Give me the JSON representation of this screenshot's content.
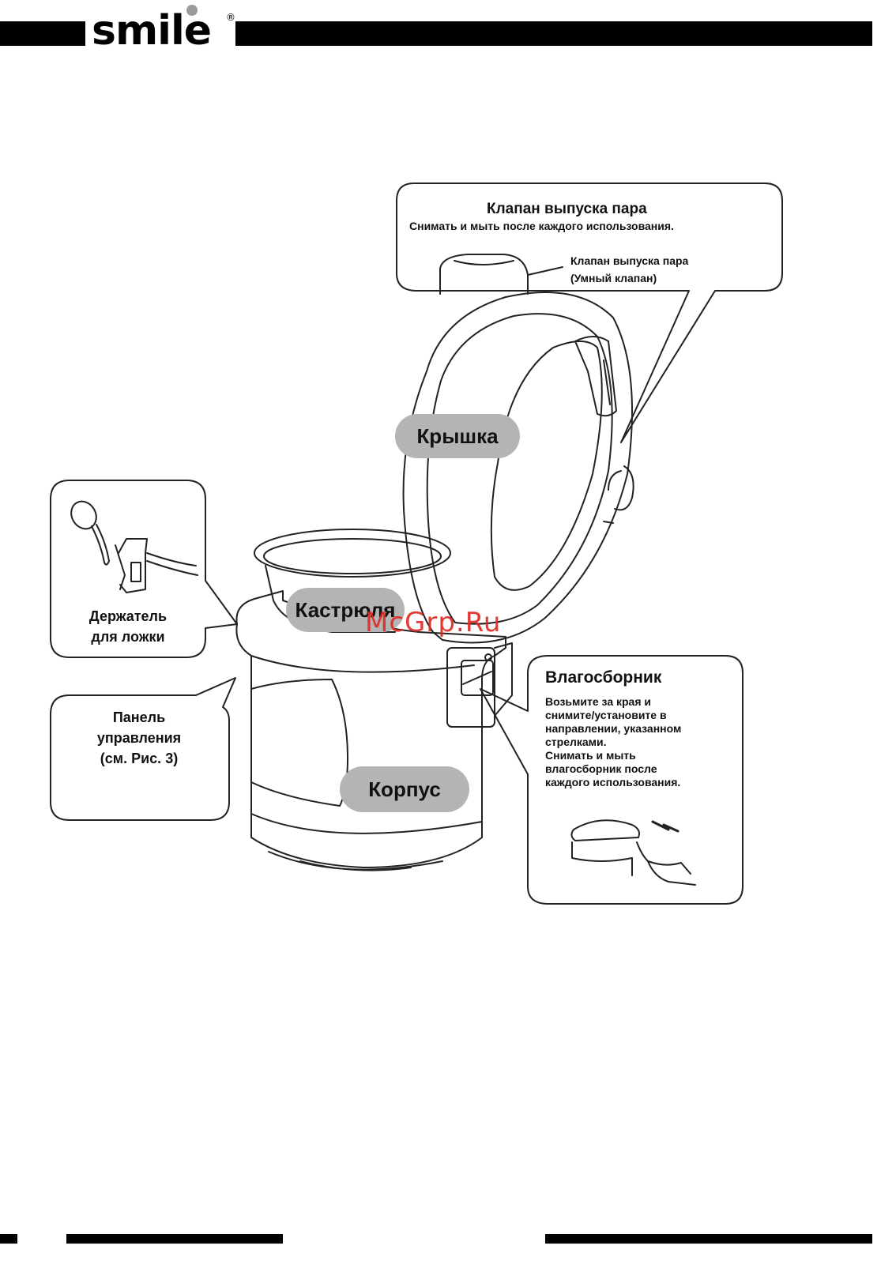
{
  "header": {
    "logo_text": "smile",
    "logo_registered": "®"
  },
  "callouts": {
    "steam_valve": {
      "title": "Клапан выпуска пара",
      "subtitle": "Снимать и мыть после каждого использования.",
      "label_line1": "Клапан выпуска пара",
      "label_line2": "(Умный клапан)"
    },
    "spoon_holder": {
      "line1": "Держатель",
      "line2": "для ложки"
    },
    "control_panel": {
      "line1": "Панель",
      "line2": "управления",
      "line3": "(см. Рис. 3)"
    },
    "condensation": {
      "title": "Влагосборник",
      "lines": [
        "Возьмите за края и",
        "снимите/установите в",
        "направлении, указанном",
        "стрелками.",
        "Снимать и мыть",
        "влагосборник после",
        "каждого использования."
      ]
    }
  },
  "parts": {
    "lid": "Крышка",
    "pot": "Кастрюля",
    "body": "Корпус"
  },
  "watermark": "McGrp.Ru",
  "colors": {
    "bars": "#000000",
    "label_pill": "#b4b4b4",
    "watermark": "#e0261f",
    "outline": "#222222"
  }
}
